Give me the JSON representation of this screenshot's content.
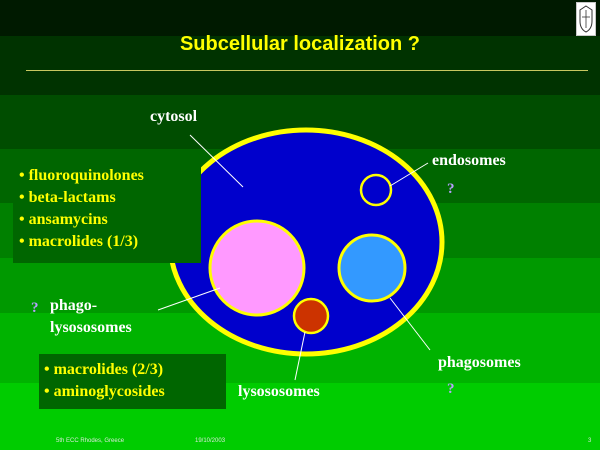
{
  "slide": {
    "title": "Subcellular localization ?",
    "colors": {
      "bands": [
        "#001a00",
        "#003300",
        "#004d00",
        "#006600",
        "#008000",
        "#009900",
        "#00b300",
        "#00cc00"
      ],
      "title_color": "#ffff00",
      "cell_fill": "#0000cc",
      "cell_border": "#ffff00",
      "box_fill": "#006600",
      "box_text": "#ffff00",
      "label_text": "#ffffff",
      "question_mark": "#b8a0ff"
    },
    "logo": {
      "icon": "university-crest-icon"
    }
  },
  "diagram": {
    "compartments": [
      {
        "id": "cytosol",
        "label": "cytosol",
        "fill": "#0000cc"
      },
      {
        "id": "endosomes",
        "label": "endosomes",
        "fill": "#0000cc"
      },
      {
        "id": "phagolysosomes",
        "label_line1": "phago-",
        "label_line2": "lysososomes",
        "fill": "#ff99ff"
      },
      {
        "id": "phagosomes",
        "label": "phagosomes",
        "fill": "#3399ff"
      },
      {
        "id": "lysosomes",
        "label": "lysososomes",
        "fill": "#cc3300"
      }
    ],
    "question_marks": [
      "?",
      "?",
      "?"
    ]
  },
  "boxes": {
    "cytosol_drugs": [
      "• fluoroquinolones",
      "• beta-lactams",
      "• ansamycins",
      "• macrolides (1/3)"
    ],
    "lysosome_drugs": [
      "• macrolides (2/3)",
      "• aminoglycosides"
    ]
  },
  "footer": {
    "left": "5th ECC Rhodes, Greece",
    "date": "19/10/2003",
    "page": "3"
  }
}
